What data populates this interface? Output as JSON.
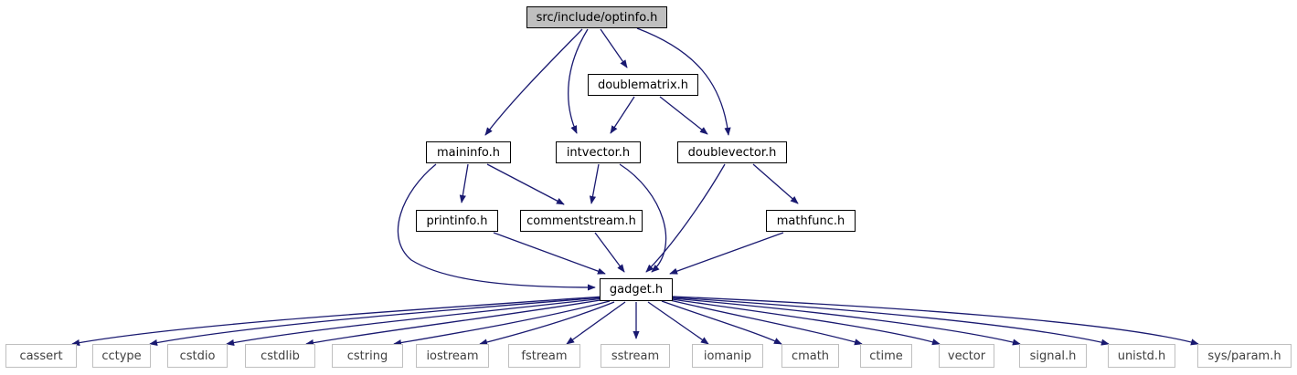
{
  "colors": {
    "edge": "#191970",
    "root_fill": "#bfbfbf",
    "node_border": "#000000",
    "system_border": "#bfbfbf"
  },
  "nodes": {
    "optinfo": "src/include/optinfo.h",
    "doublematrix": "doublematrix.h",
    "maininfo": "maininfo.h",
    "intvector": "intvector.h",
    "doublevector": "doublevector.h",
    "printinfo": "printinfo.h",
    "commentstream": "commentstream.h",
    "mathfunc": "mathfunc.h",
    "gadget": "gadget.h"
  },
  "system_headers": [
    "cassert",
    "cctype",
    "cstdio",
    "cstdlib",
    "cstring",
    "iostream",
    "fstream",
    "sstream",
    "iomanip",
    "cmath",
    "ctime",
    "vector",
    "signal.h",
    "unistd.h",
    "sys/param.h"
  ],
  "edges": [
    [
      "optinfo",
      "maininfo"
    ],
    [
      "optinfo",
      "intvector"
    ],
    [
      "optinfo",
      "doublematrix"
    ],
    [
      "optinfo",
      "doublevector"
    ],
    [
      "doublematrix",
      "intvector"
    ],
    [
      "doublematrix",
      "doublevector"
    ],
    [
      "maininfo",
      "printinfo"
    ],
    [
      "maininfo",
      "commentstream"
    ],
    [
      "maininfo",
      "gadget"
    ],
    [
      "intvector",
      "commentstream"
    ],
    [
      "intvector",
      "gadget"
    ],
    [
      "doublevector",
      "gadget"
    ],
    [
      "doublevector",
      "mathfunc"
    ],
    [
      "printinfo",
      "gadget"
    ],
    [
      "commentstream",
      "gadget"
    ],
    [
      "mathfunc",
      "gadget"
    ],
    [
      "gadget",
      "cassert"
    ],
    [
      "gadget",
      "cctype"
    ],
    [
      "gadget",
      "cstdio"
    ],
    [
      "gadget",
      "cstdlib"
    ],
    [
      "gadget",
      "cstring"
    ],
    [
      "gadget",
      "iostream"
    ],
    [
      "gadget",
      "fstream"
    ],
    [
      "gadget",
      "sstream"
    ],
    [
      "gadget",
      "iomanip"
    ],
    [
      "gadget",
      "cmath"
    ],
    [
      "gadget",
      "ctime"
    ],
    [
      "gadget",
      "vector"
    ],
    [
      "gadget",
      "signal.h"
    ],
    [
      "gadget",
      "unistd.h"
    ],
    [
      "gadget",
      "sys/param.h"
    ]
  ]
}
